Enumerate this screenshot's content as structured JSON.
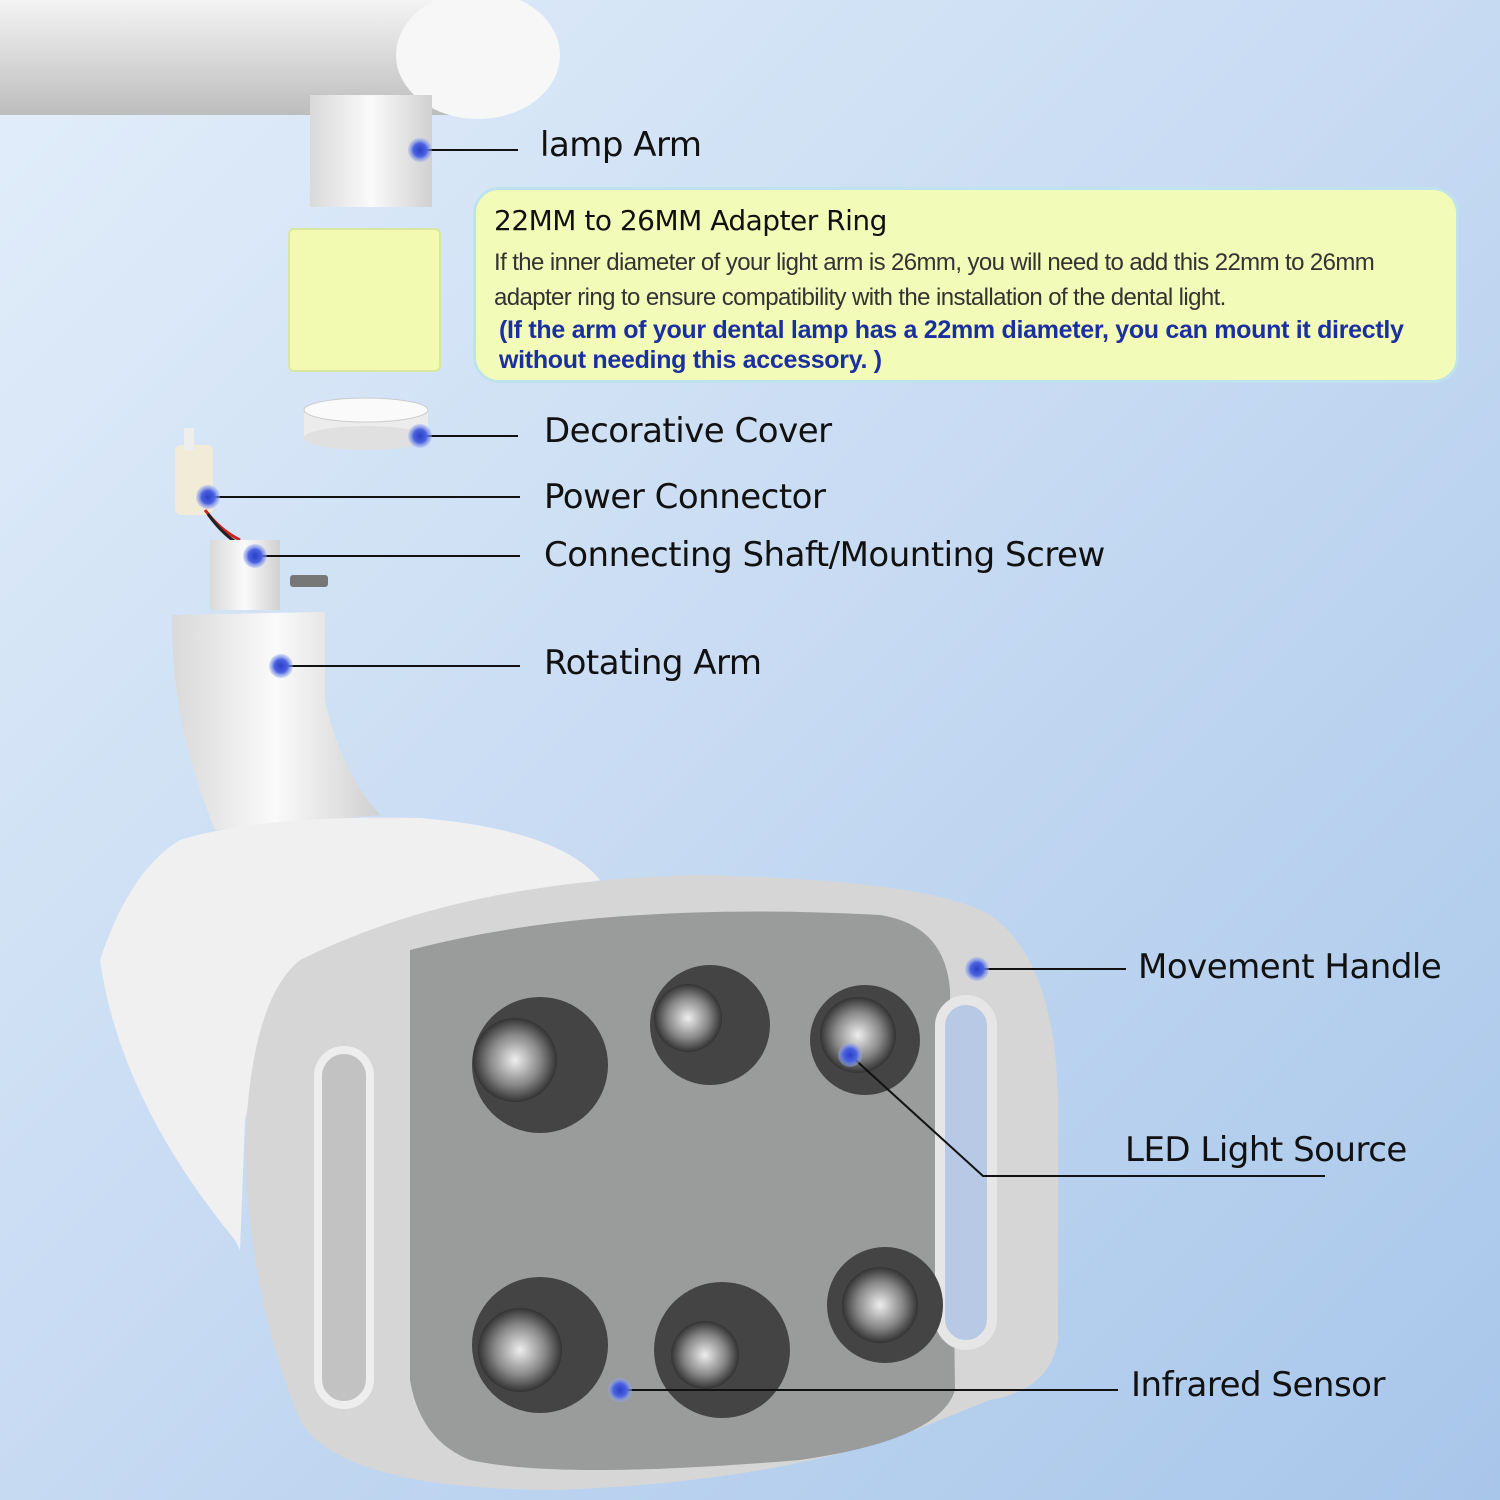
{
  "labels": {
    "lamp_arm": "lamp Arm",
    "decorative_cover": "Decorative Cover",
    "power_connector": "Power Connector",
    "connecting_shaft": "Connecting Shaft/Mounting Screw",
    "rotating_arm": "Rotating Arm",
    "movement_handle": "Movement Handle",
    "led_light_source": "LED Light Source",
    "infrared_sensor": "Infrared Sensor"
  },
  "callout": {
    "title": "22MM to 26MM Adapter Ring",
    "body": "If the inner diameter of your light arm is 26mm, you will need to add  this 22mm to 26mm adapter ring to ensure compatibility with the installation of the dental light.",
    "note": "(If the arm of your dental lamp has a 22mm diameter, you can mount it directly without needing this accessory. )"
  },
  "colors": {
    "marker": "#3a50d0",
    "callout_bg": "#f3fbb8",
    "note_text": "#1a2fa0"
  }
}
